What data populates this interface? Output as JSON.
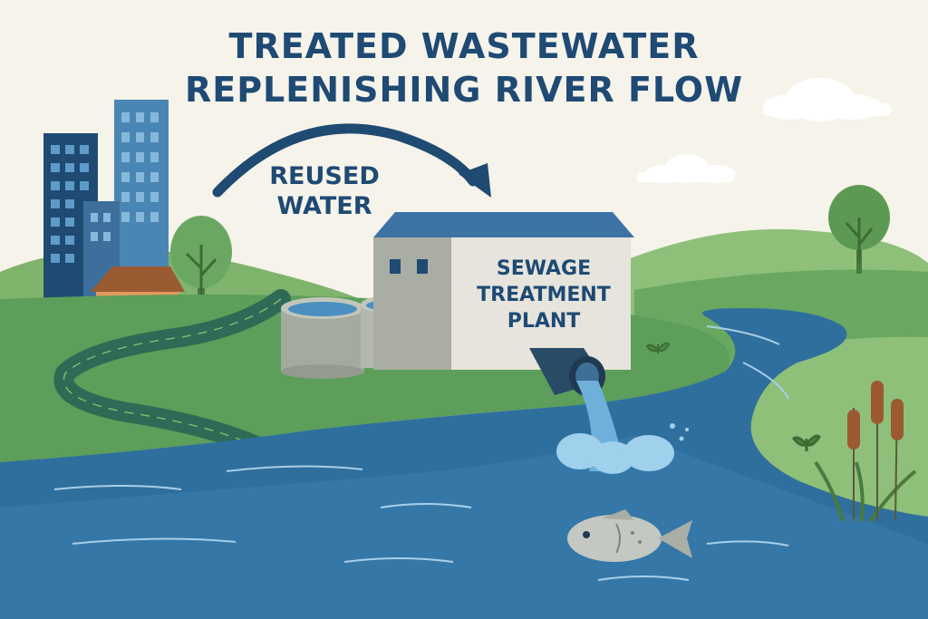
{
  "title": {
    "line1": "TREATED WASTEWATER",
    "line2": "REPLENISHING RIVER FLOW"
  },
  "arrow_label": {
    "line1": "REUSED",
    "line2": "WATER"
  },
  "plant_label": {
    "line1": "SEWAGE",
    "line2": "TREATMENT",
    "line3": "PLANT"
  },
  "colors": {
    "background": "#f6f3ea",
    "title": "#1e4a74",
    "water": "#2f6f9e",
    "grass": "#5c9e5a",
    "hills": "#8ec07a"
  }
}
